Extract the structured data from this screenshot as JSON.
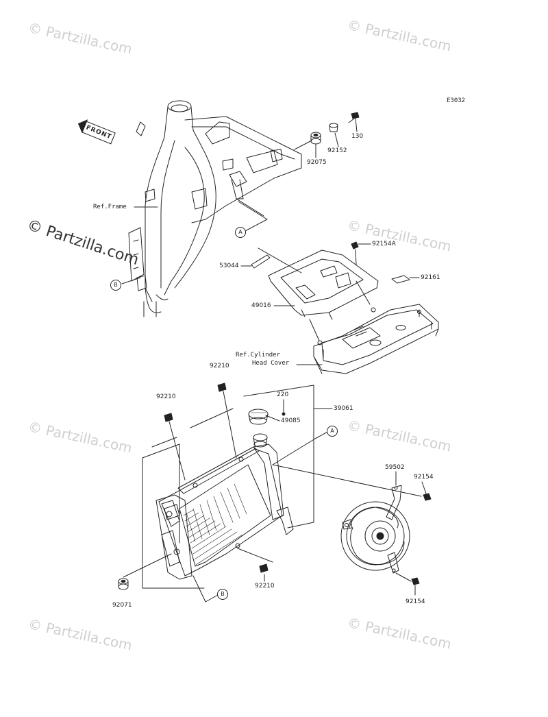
{
  "diagram_code": "E3032",
  "front_label": "FRONT",
  "watermark_small": "© Partzilla.com",
  "watermark_large": "© Partzilla.com",
  "parts": {
    "p130": "130",
    "p92152": "92152",
    "p92075": "92075",
    "ref_frame": "Ref.Frame",
    "p92154A": "92154A",
    "p53044": "53044",
    "p92161": "92161",
    "p49016": "49016",
    "ref_cyl_1": "Ref.Cylinder",
    "ref_cyl_2": "Head Cover",
    "p92210_a": "92210",
    "p92210_b": "92210",
    "p92210_c": "92210",
    "p220": "220",
    "p49085": "49085",
    "p39061": "39061",
    "p59502": "59502",
    "p92154_a": "92154",
    "p92154_b": "92154",
    "p92071": "92071"
  },
  "callouts": {
    "a_top": "A",
    "b_left": "B",
    "a_mid": "A",
    "b_bottom": "B"
  }
}
